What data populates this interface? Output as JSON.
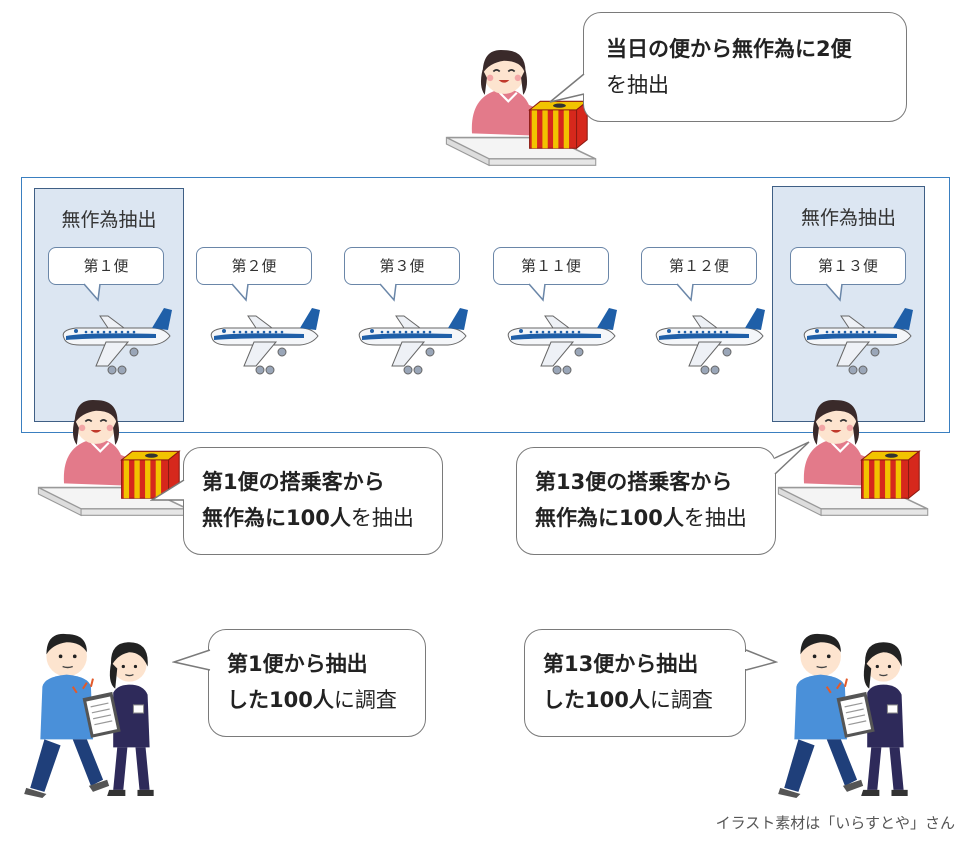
{
  "top_bubble": {
    "line1": "当日の便から無作為に2便",
    "line2": "を抽出"
  },
  "panels": {
    "left_title": "無作為抽出",
    "right_title": "無作為抽出"
  },
  "flights": [
    "第１便",
    "第２便",
    "第３便",
    "第１１便",
    "第１２便",
    "第１３便"
  ],
  "mid_left": {
    "line1": "第1便の搭乗客から",
    "line2_bold": "無作為に100人",
    "line2_rest": "を抽出"
  },
  "mid_right": {
    "line1": "第13便の搭乗客から",
    "line2_bold": "無作為に100人",
    "line2_rest": "を抽出"
  },
  "bottom_left": {
    "line1": "第1便から抽出",
    "line2_bold": "した100人",
    "line2_rest": "に調査"
  },
  "bottom_right": {
    "line1": "第13便から抽出",
    "line2_bold": "した100人",
    "line2_rest": "に調査"
  },
  "credit": "イラスト素材は「いらすとや」さん",
  "colors": {
    "frame": "#3a7fc0",
    "panel": "#dce6f2",
    "plane_stripe": "#1f5fa8",
    "box_red": "#d6281c",
    "box_yellow": "#f2c300",
    "shirt_pink": "#e37a8a"
  }
}
